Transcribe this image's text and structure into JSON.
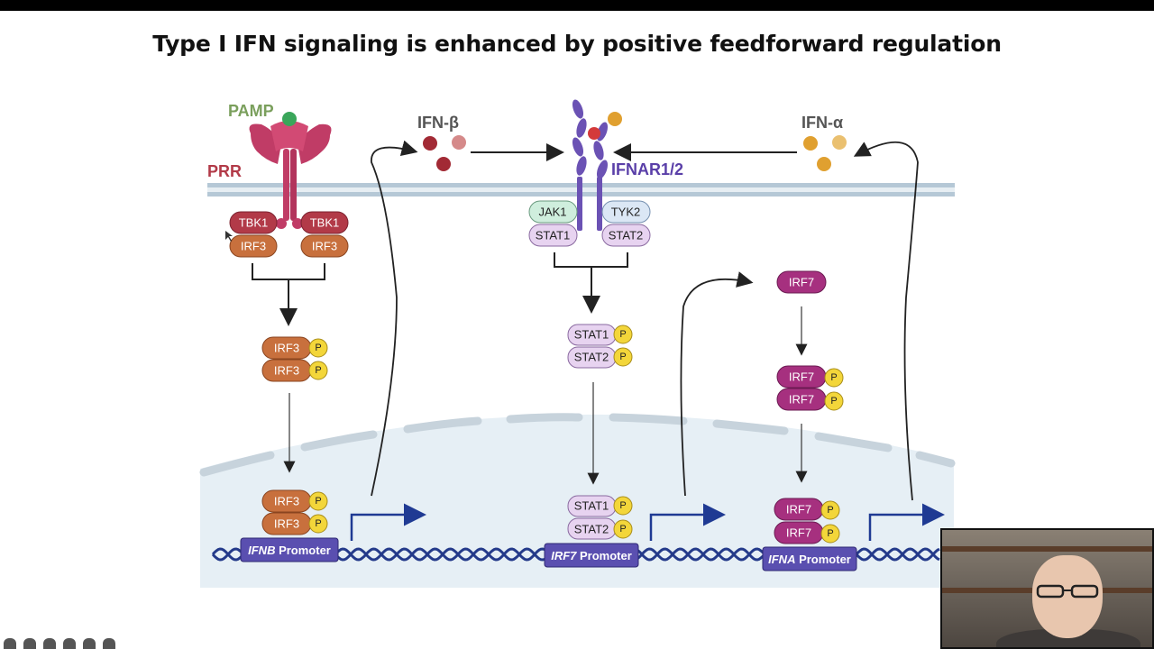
{
  "title": "Type I IFN signaling is enhanced by positive feedforward regulation",
  "labels": {
    "pamp": "PAMP",
    "prr": "PRR",
    "ifn_beta": "IFN-β",
    "ifn_alpha": "IFN-α",
    "ifnar": "IFNAR1/2"
  },
  "proteins": {
    "tbk1": "TBK1",
    "irf3": "IRF3",
    "jak1": "JAK1",
    "tyk2": "TYK2",
    "stat1": "STAT1",
    "stat2": "STAT2",
    "irf7": "IRF7",
    "phospho": "P"
  },
  "promoters": {
    "ifnb": {
      "gene": "IFNB",
      "suffix": " Promoter"
    },
    "irf7": {
      "gene": "IRF7",
      "suffix": " Promoter"
    },
    "ifna": {
      "gene": "IFNA",
      "suffix": " Promoter"
    }
  },
  "colors": {
    "irf3": "#c8703d",
    "tbk1": "#b23a48",
    "irf7": "#a6307f",
    "stat": "#e7d3f0",
    "jak": "#cfeedd",
    "tyk": "#dbe7f5",
    "phospho": "#f3d63a",
    "promoter": "#5a4fb0",
    "membrane": "#b5c8d6",
    "dna": "#243a8a",
    "nucleus": "#e6eff5",
    "ifnar": "#6b52b4",
    "prr": "#c03c66"
  },
  "webcam": {
    "label": "presenter-webcam"
  }
}
